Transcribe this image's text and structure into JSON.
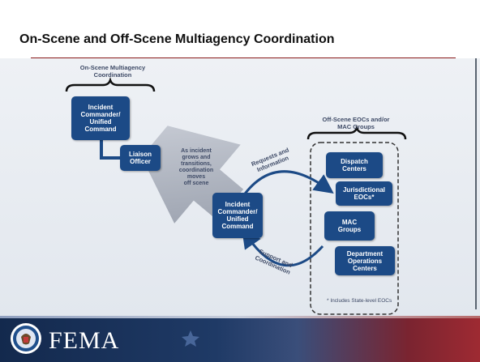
{
  "slide": {
    "title": "On-Scene and Off-Scene Multiagency Coordination"
  },
  "diagram": {
    "on_scene_label": "On-Scene Multiagency\nCoordination",
    "incident_command_top": "Incident\nCommander/\nUnified\nCommand",
    "liaison_officer": "Liaison\nOfficer",
    "growth_text": "As incident\ngrows and\ntransitions,\ncoordination\nmoves\noff scene",
    "incident_command_center": "Incident\nCommander/\nUnified\nCommand",
    "requests_label": "Requests and\nInformation",
    "support_label": "Support and\nCoordination",
    "off_scene_label": "Off-Scene EOCs and/or\nMAC Groups",
    "dispatch_centers": "Dispatch\nCenters",
    "jurisdictional_eocs": "Jurisdictional\nEOCs*",
    "mac_groups": "MAC\nGroups",
    "department_operations_centers": "Department\nOperations\nCenters",
    "footnote": "* Includes State-level EOCs"
  },
  "footer": {
    "agency": "FEMA"
  },
  "colors": {
    "box_fill": "#1c4a86",
    "title_rule": "#8a1a1a",
    "footer_blue": "#13294d",
    "footer_red": "#9e2a32"
  }
}
